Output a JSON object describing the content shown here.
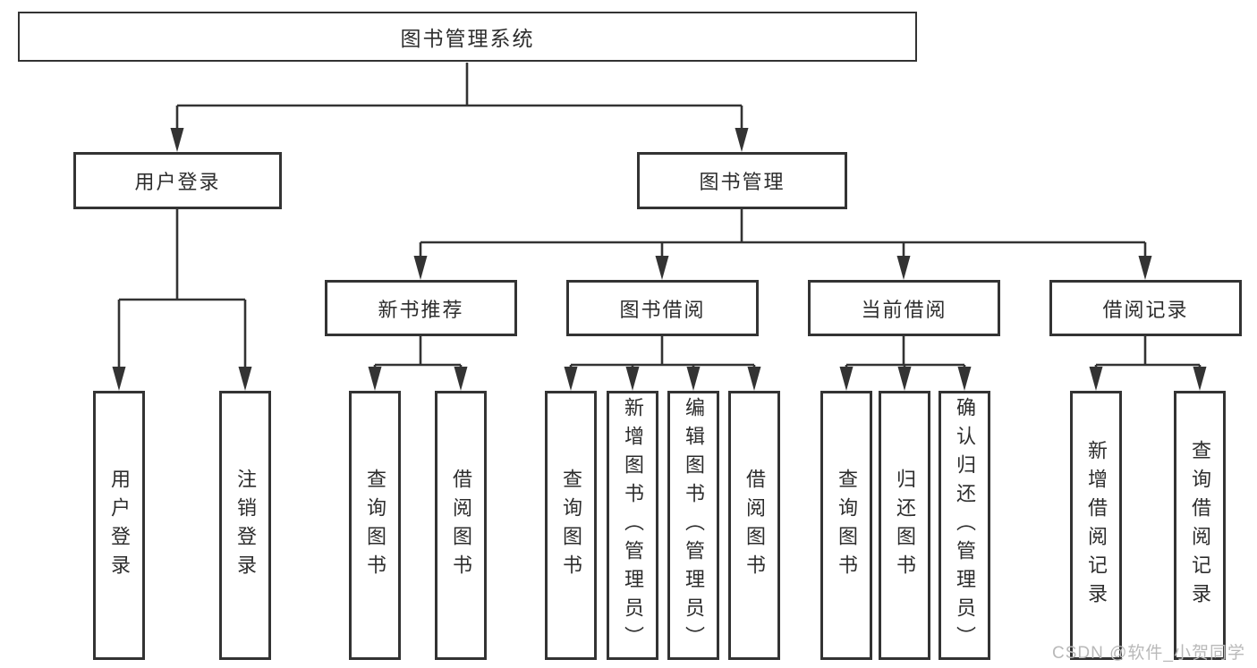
{
  "tree": {
    "label": "图书管理系统",
    "children": [
      {
        "label": "用户登录",
        "children": [
          {
            "label": "用户登录"
          },
          {
            "label": "注销登录"
          }
        ]
      },
      {
        "label": "图书管理",
        "children": [
          {
            "label": "新书推荐",
            "children": [
              {
                "label": "查询图书"
              },
              {
                "label": "借阅图书"
              }
            ]
          },
          {
            "label": "图书借阅",
            "children": [
              {
                "label": "查询图书"
              },
              {
                "label": "新增图书（管理员）"
              },
              {
                "label": "编辑图书（管理员）"
              },
              {
                "label": "借阅图书"
              }
            ]
          },
          {
            "label": "当前借阅",
            "children": [
              {
                "label": "查询图书"
              },
              {
                "label": "归还图书"
              },
              {
                "label": "确认归还（管理员）"
              }
            ]
          },
          {
            "label": "借阅记录",
            "children": [
              {
                "label": "新增借阅记录"
              },
              {
                "label": "查询借阅记录"
              }
            ]
          }
        ]
      }
    ]
  },
  "watermark": {
    "text": "CSDN @软件_小贺同学"
  },
  "colors": {
    "line": "#333333",
    "text": "#2d2d2d",
    "box_bg": "#ffffff",
    "watermark": "#b9b9b9"
  }
}
